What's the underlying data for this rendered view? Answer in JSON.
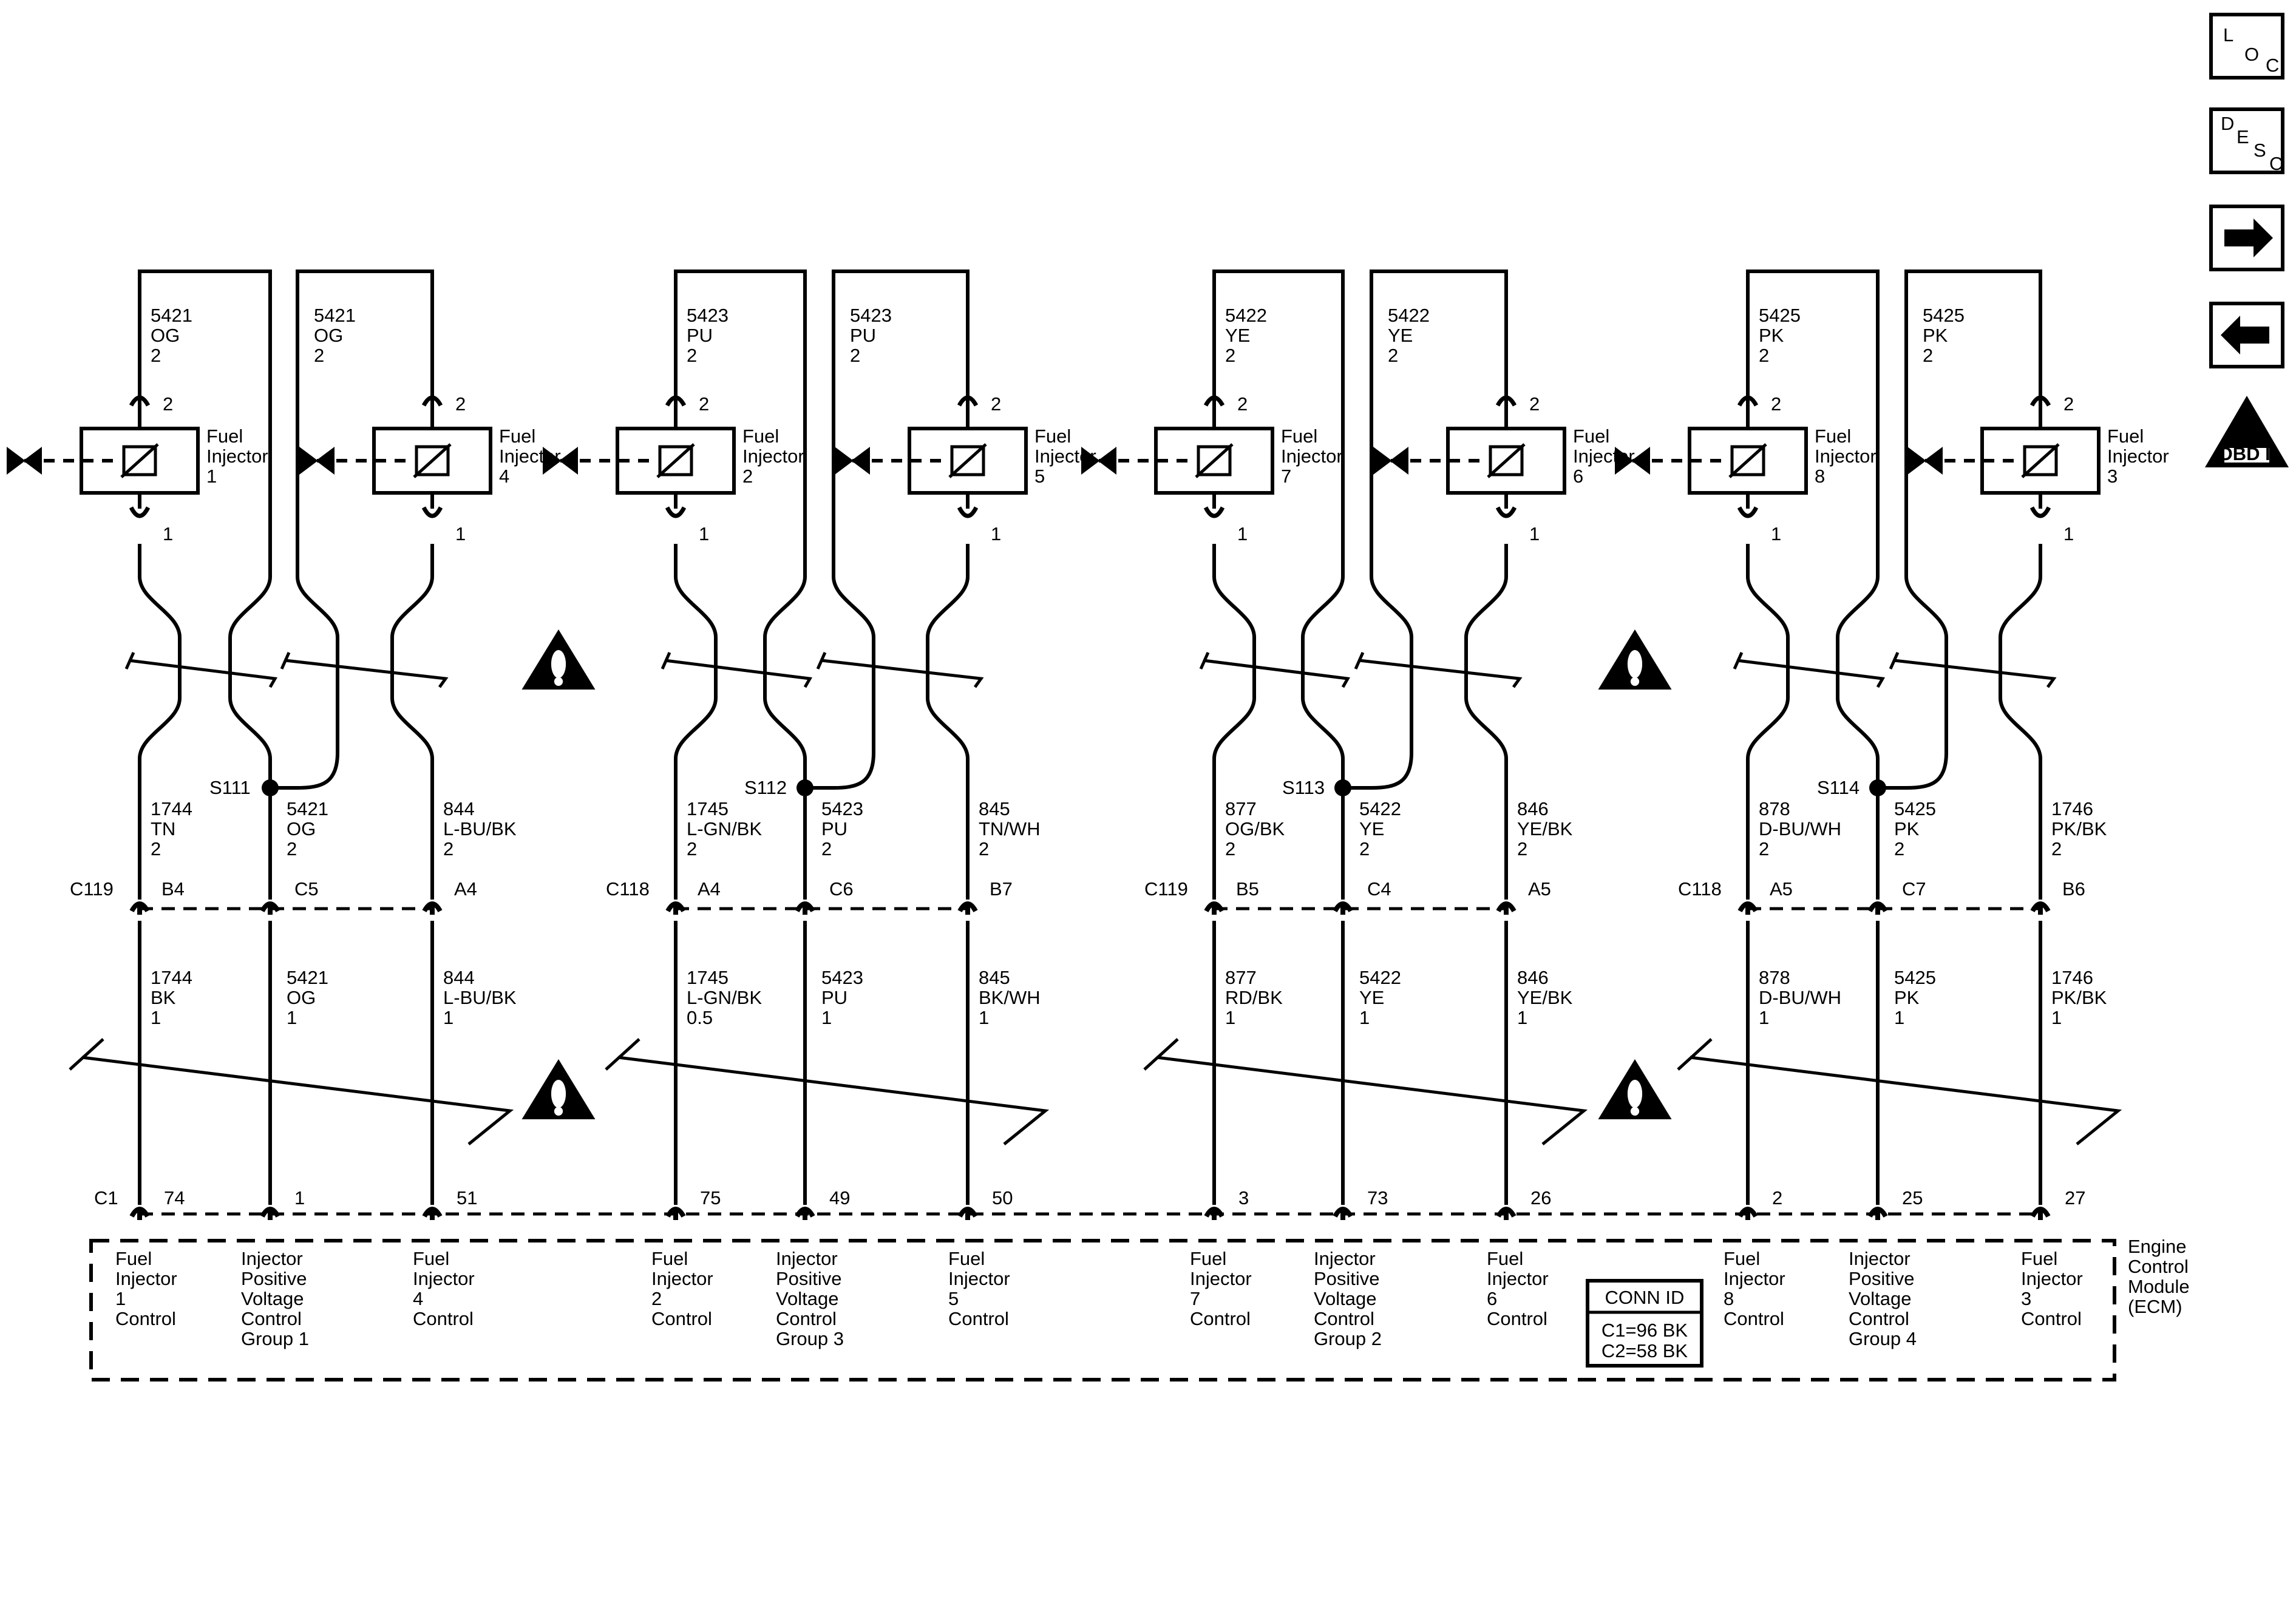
{
  "wire_color": "#000000",
  "nav": {
    "loc": [
      "L",
      "O",
      "C"
    ],
    "desc": [
      "D",
      "E",
      "S",
      "C"
    ],
    "next_icon": "right-arrow-icon",
    "prev_icon": "left-arrow-icon",
    "obd": {
      "numeral": "II",
      "label": "OBD II"
    }
  },
  "splices": [
    {
      "id": "S111",
      "top_circuit": [
        "5421",
        "OG",
        "2"
      ],
      "mid_circuit": [
        "5421",
        "OG",
        "2"
      ],
      "lower_circuit": [
        "5421",
        "OG",
        "1"
      ],
      "connector_pin": "C5",
      "ecm_pin": "1",
      "ecm_label": [
        "Injector",
        "Positive",
        "Voltage",
        "Control",
        "Group 1"
      ]
    },
    {
      "id": "S112",
      "top_circuit": [
        "5423",
        "PU",
        "2"
      ],
      "mid_circuit": [
        "5423",
        "PU",
        "2"
      ],
      "lower_circuit": [
        "5423",
        "PU",
        "1"
      ],
      "connector_pin": "C6",
      "ecm_pin": "49",
      "ecm_label": [
        "Injector",
        "Positive",
        "Voltage",
        "Control",
        "Group 3"
      ]
    },
    {
      "id": "S113",
      "top_circuit": [
        "5422",
        "YE",
        "2"
      ],
      "mid_circuit": [
        "5422",
        "YE",
        "2"
      ],
      "lower_circuit": [
        "5422",
        "YE",
        "1"
      ],
      "connector_pin": "C4",
      "ecm_pin": "73",
      "ecm_label": [
        "Injector",
        "Positive",
        "Voltage",
        "Control",
        "Group 2"
      ]
    },
    {
      "id": "S114",
      "top_circuit": [
        "5425",
        "PK",
        "2"
      ],
      "mid_circuit": [
        "5425",
        "PK",
        "2"
      ],
      "lower_circuit": [
        "5425",
        "PK",
        "1"
      ],
      "connector_pin": "C7",
      "ecm_pin": "25",
      "ecm_label": [
        "Injector",
        "Positive",
        "Voltage",
        "Control",
        "Group 4"
      ]
    }
  ],
  "injectors": [
    {
      "label": [
        "Fuel",
        "Injector",
        "1"
      ],
      "pin_top": "2",
      "pin_bottom": "1",
      "mid_circuit": [
        "1744",
        "TN",
        "2"
      ],
      "lower_circuit": [
        "1744",
        "BK",
        "1"
      ],
      "connector_pin": "B4",
      "ecm_pin": "74",
      "ecm_label": [
        "Fuel",
        "Injector",
        "1",
        "Control"
      ]
    },
    {
      "label": [
        "Fuel",
        "Injector",
        "4"
      ],
      "pin_top": "2",
      "pin_bottom": "1",
      "mid_circuit": [
        "844",
        "L-BU/BK",
        "2"
      ],
      "lower_circuit": [
        "844",
        "L-BU/BK",
        "1"
      ],
      "connector_pin": "A4",
      "ecm_pin": "51",
      "ecm_label": [
        "Fuel",
        "Injector",
        "4",
        "Control"
      ]
    },
    {
      "label": [
        "Fuel",
        "Injector",
        "2"
      ],
      "pin_top": "2",
      "pin_bottom": "1",
      "mid_circuit": [
        "1745",
        "L-GN/BK",
        "2"
      ],
      "lower_circuit": [
        "1745",
        "L-GN/BK",
        "0.5"
      ],
      "connector_pin": "A4",
      "ecm_pin": "75",
      "ecm_label": [
        "Fuel",
        "Injector",
        "2",
        "Control"
      ]
    },
    {
      "label": [
        "Fuel",
        "Injector",
        "5"
      ],
      "pin_top": "2",
      "pin_bottom": "1",
      "mid_circuit": [
        "845",
        "TN/WH",
        "2"
      ],
      "lower_circuit": [
        "845",
        "BK/WH",
        "1"
      ],
      "connector_pin": "B7",
      "ecm_pin": "50",
      "ecm_label": [
        "Fuel",
        "Injector",
        "5",
        "Control"
      ]
    },
    {
      "label": [
        "Fuel",
        "Injector",
        "7"
      ],
      "pin_top": "2",
      "pin_bottom": "1",
      "mid_circuit": [
        "877",
        "OG/BK",
        "2"
      ],
      "lower_circuit": [
        "877",
        "RD/BK",
        "1"
      ],
      "connector_pin": "B5",
      "ecm_pin": "3",
      "ecm_label": [
        "Fuel",
        "Injector",
        "7",
        "Control"
      ]
    },
    {
      "label": [
        "Fuel",
        "Injector",
        "6"
      ],
      "pin_top": "2",
      "pin_bottom": "1",
      "mid_circuit": [
        "846",
        "YE/BK",
        "2"
      ],
      "lower_circuit": [
        "846",
        "YE/BK",
        "1"
      ],
      "connector_pin": "A5",
      "ecm_pin": "26",
      "ecm_label": [
        "Fuel",
        "Injector",
        "6",
        "Control"
      ]
    },
    {
      "label": [
        "Fuel",
        "Injector",
        "8"
      ],
      "pin_top": "2",
      "pin_bottom": "1",
      "mid_circuit": [
        "878",
        "D-BU/WH",
        "2"
      ],
      "lower_circuit": [
        "878",
        "D-BU/WH",
        "1"
      ],
      "connector_pin": "A5",
      "ecm_pin": "2",
      "ecm_label": [
        "Fuel",
        "Injector",
        "8",
        "Control"
      ]
    },
    {
      "label": [
        "Fuel",
        "Injector",
        "3"
      ],
      "pin_top": "2",
      "pin_bottom": "1",
      "mid_circuit": [
        "1746",
        "PK/BK",
        "2"
      ],
      "lower_circuit": [
        "1746",
        "PK/BK",
        "1"
      ],
      "connector_pin": "B6",
      "ecm_pin": "27",
      "ecm_label": [
        "Fuel",
        "Injector",
        "3",
        "Control"
      ]
    }
  ],
  "inline_connectors": [
    "C119",
    "C118",
    "C119",
    "C118"
  ],
  "ecm": {
    "connector": "C1",
    "label": [
      "Engine",
      "Control",
      "Module",
      "(ECM)"
    ],
    "conn_id": {
      "title": "CONN ID",
      "rows": [
        "C1=96 BK",
        "C2=58 BK"
      ]
    }
  }
}
